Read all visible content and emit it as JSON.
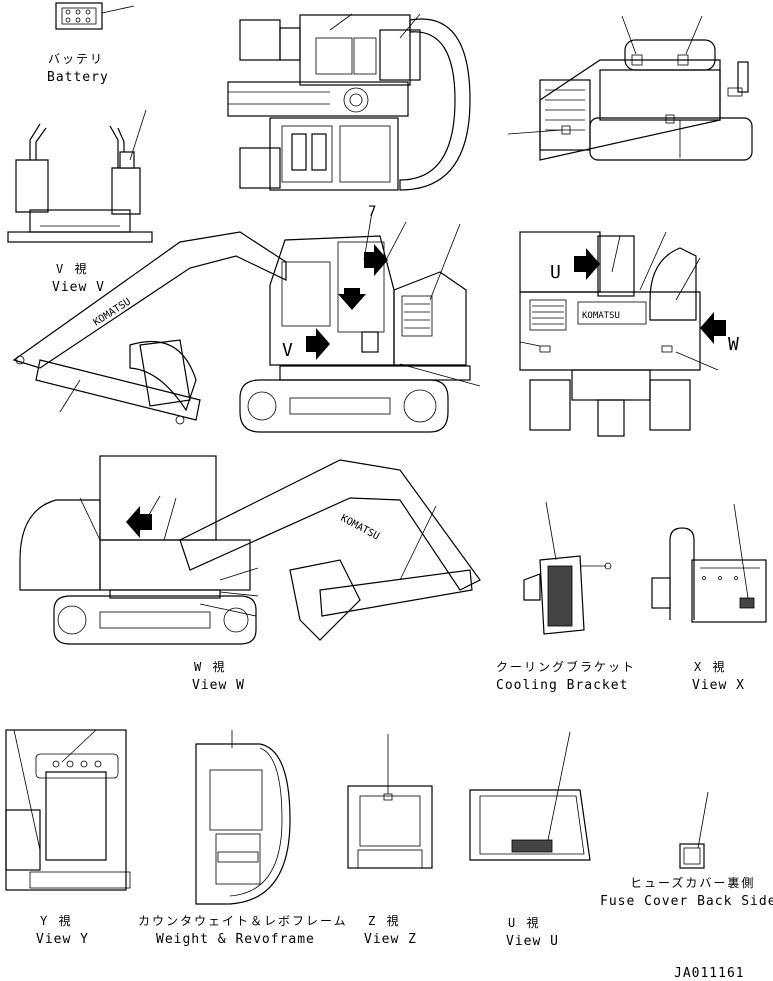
{
  "views": {
    "battery": {
      "jp": "バッテリ",
      "en": "Battery"
    },
    "view_v": {
      "jp": "V 視",
      "en": "View V"
    },
    "view_w": {
      "jp": "W 視",
      "en": "View W"
    },
    "cooling_bracket": {
      "jp": "クーリングブラケット",
      "en": "Cooling Bracket"
    },
    "view_x": {
      "jp": "X 視",
      "en": "View X"
    },
    "view_y": {
      "jp": "Y 視",
      "en": "View Y"
    },
    "counterweight": {
      "jp": "カウンタウェイト＆レボフレーム",
      "en": "Weight & Revoframe"
    },
    "view_z": {
      "jp": "Z 視",
      "en": "View Z"
    },
    "view_u": {
      "jp": "U 視",
      "en": "View U"
    },
    "fuse_cover": {
      "jp": "ヒューズカバー裏側",
      "en": "Fuse Cover Back Side"
    }
  },
  "callouts": {
    "v": "V",
    "w": "W",
    "u": "U",
    "seven": "7"
  },
  "brand": {
    "name": "KOMATSU"
  },
  "drawing_number": "JA011161"
}
